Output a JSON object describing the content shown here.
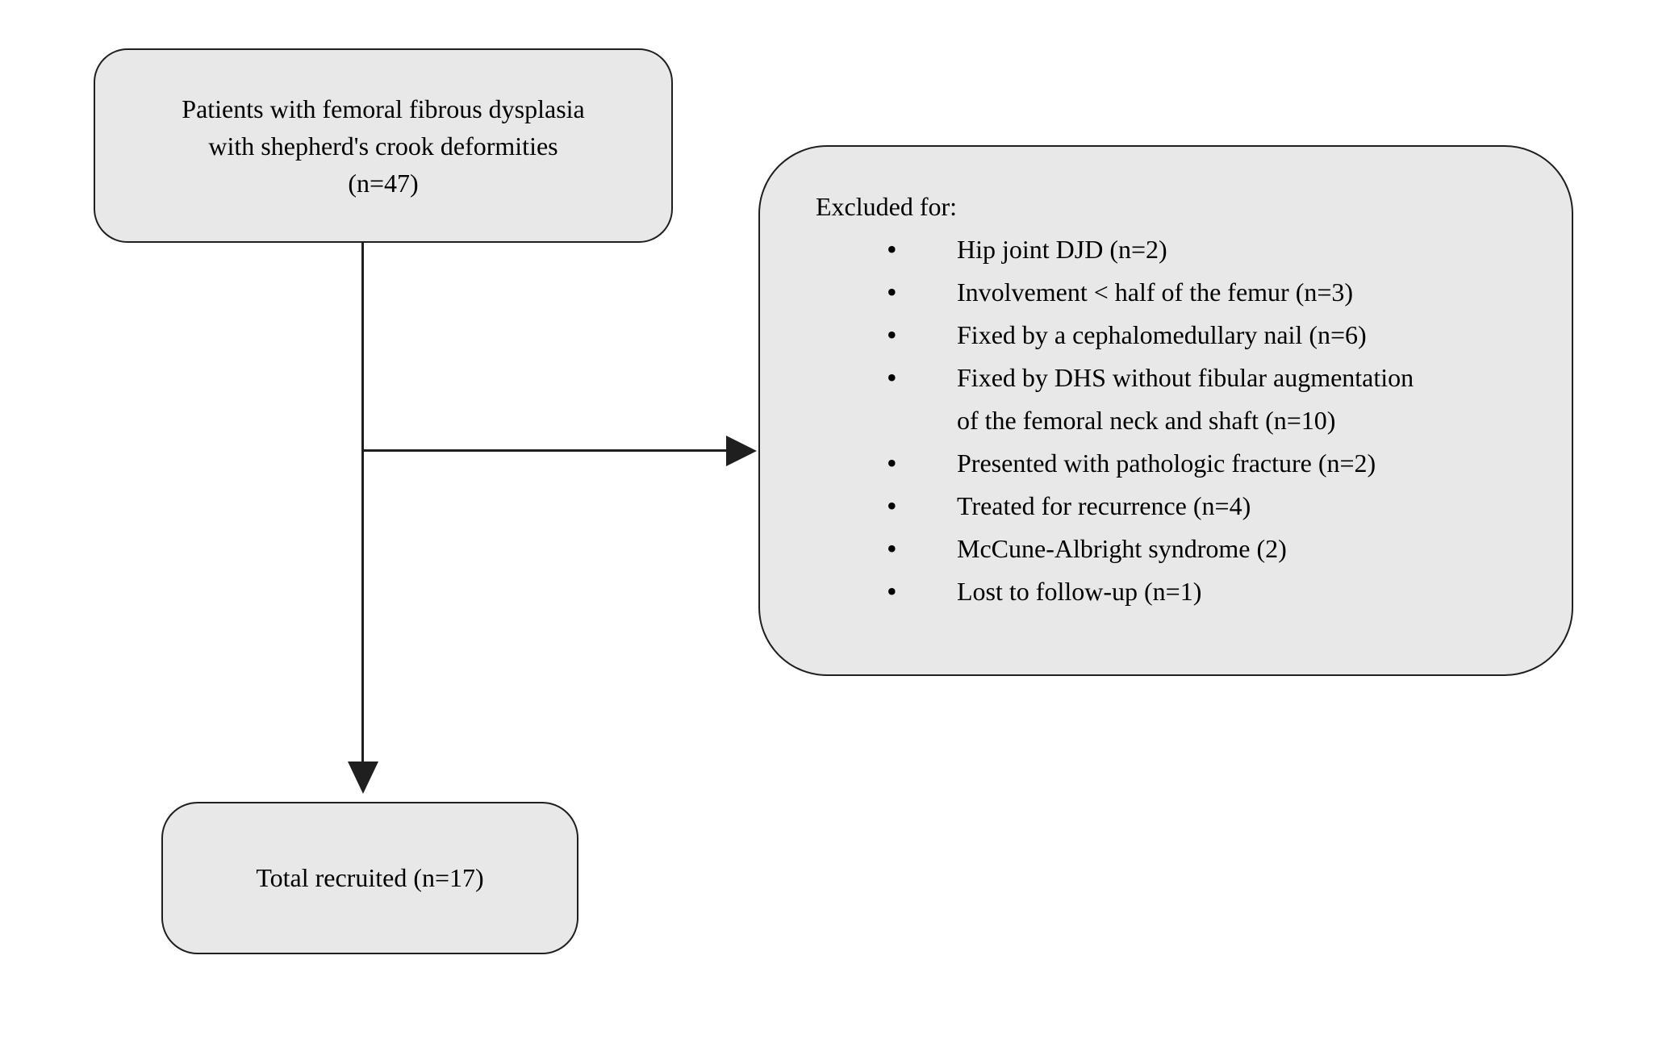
{
  "colors": {
    "background": "#ffffff",
    "box_fill": "#e8e8e8",
    "box_border": "#1f1f1f",
    "connector": "#1f1f1f",
    "text": "#000000"
  },
  "population_box": {
    "lines": [
      "Patients with femoral fibrous dysplasia",
      "with shepherd's crook deformities",
      "(n=47)"
    ]
  },
  "exclusion_box": {
    "header": "Excluded for:",
    "items": [
      "Hip joint DJD (n=2)",
      "Involvement < half of the femur (n=3)",
      "Fixed by a cephalomedullary nail (n=6)",
      [
        "Fixed by DHS without fibular augmentation",
        "of the femoral neck and shaft (n=10)"
      ],
      "Presented with pathologic fracture (n=2)",
      "Treated for recurrence (n=4)",
      "McCune-Albright syndrome (2)",
      "Lost to follow-up (n=1)"
    ]
  },
  "total_box": {
    "label": "Total recruited (n=17)"
  }
}
